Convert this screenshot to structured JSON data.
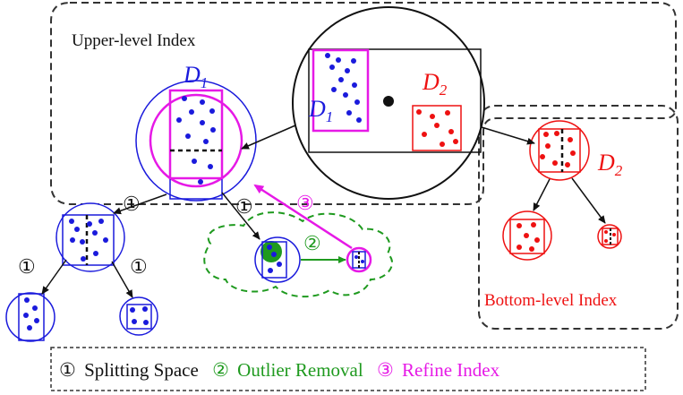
{
  "labels": {
    "upper_level": "Upper-level Index",
    "bottom_level": "Bottom-level Index",
    "d1_main": "D",
    "d1_main_sub": "1",
    "d1_inner": "D",
    "d1_inner_sub": "1",
    "d2_main": "D",
    "d2_main_sub": "2",
    "d2_right": "D",
    "d2_right_sub": "2"
  },
  "step_markers": {
    "split_symbol": "①",
    "outlier_symbol": "②",
    "refine_symbol": "③"
  },
  "legend": {
    "split_symbol": "①",
    "split_label": "Splitting Space",
    "outlier_symbol": "②",
    "outlier_label": "Outlier Removal",
    "refine_symbol": "③",
    "refine_label": "Refine Index"
  },
  "colors": {
    "blue": "#1a1adc",
    "red": "#ee1111",
    "magenta": "#e619e6",
    "green": "#1f9a1f",
    "black": "#111111",
    "gray_dash": "#333333"
  }
}
